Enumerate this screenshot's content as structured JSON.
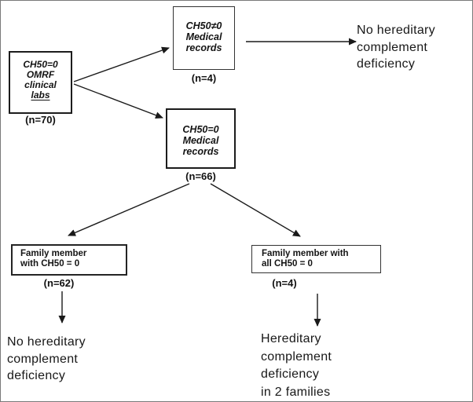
{
  "figure": {
    "colors": {
      "background": "#ffffff",
      "frame": "#7a7a7a",
      "box_border": "#1c1c1c",
      "text": "#141414",
      "arrow": "#1a1a1a"
    }
  },
  "nodes": {
    "clinical_labs": {
      "lines": [
        "CH50=0",
        "OMRF",
        "clinical",
        "labs"
      ],
      "count": "(n=70)"
    },
    "records_not_zero": {
      "lines": [
        "CH50≠0",
        "Medical",
        "records"
      ],
      "count": "(n=4)"
    },
    "records_zero": {
      "lines": [
        "CH50=0",
        "Medical",
        "records"
      ],
      "count": "(n=66)"
    },
    "family_member": {
      "lines": [
        "Family member",
        "with CH50 = 0"
      ],
      "count": "(n=62)"
    },
    "family_member_all": {
      "lines": [
        "Family member with",
        "all CH50 = 0"
      ],
      "count": "(n=4)"
    }
  },
  "outcomes": {
    "top_right": {
      "lines": [
        "No hereditary",
        "complement",
        "deficiency"
      ]
    },
    "bottom_left": {
      "lines": [
        "No hereditary",
        "complement",
        "deficiency"
      ]
    },
    "bottom_right": {
      "lines": [
        "Hereditary",
        "complement",
        "deficiency",
        "in 2 families"
      ]
    }
  }
}
